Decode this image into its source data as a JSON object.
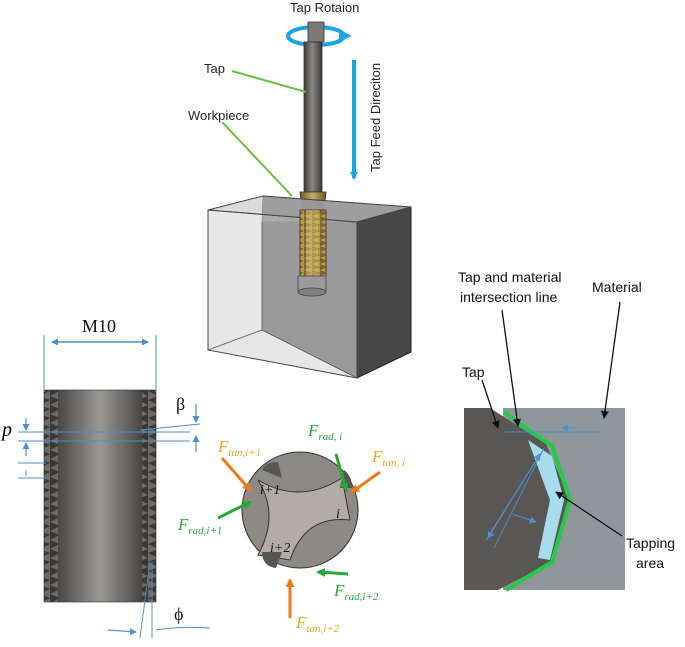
{
  "labels": {
    "tap_rotation": "Tap Rotaion",
    "tap": "Tap",
    "workpiece": "Workpiece",
    "tap_feed_direction": "Tap Feed Direciton",
    "m10": "M10",
    "beta": "β",
    "phi": "ϕ",
    "pitch": "p",
    "intersection_line_1": "Tap and material",
    "intersection_line_2": "intersection line",
    "material": "Material",
    "tap_right": "Tap",
    "tapping_area_1": "Tapping",
    "tapping_area_2": "area"
  },
  "forces": {
    "f_rad_i": {
      "main": "F",
      "sub": "rad, i"
    },
    "f_tan_i": {
      "main": "F",
      "sub": "tan, i"
    },
    "f_tan_i1": {
      "main": "F",
      "sub": "tan,i+1"
    },
    "f_rad_i1": {
      "main": "F",
      "sub": "rad,i+1"
    },
    "f_rad_i2": {
      "main": "F",
      "sub": "rad,i+2"
    },
    "f_tan_i2": {
      "main": "F",
      "sub": "tan,i+2"
    }
  },
  "teeth": {
    "i": "i",
    "i1": "i+1",
    "i2": "i+2"
  },
  "colors": {
    "blue_arrow": "#1aa3e8",
    "green": "#22aa33",
    "orange": "#f07a1a",
    "gold": "#e6a817",
    "dim_blue": "#4a8fd0",
    "tapping_area": "#a7dcef",
    "material_gray": "#8f979d",
    "tap_dark": "#5a5653"
  }
}
